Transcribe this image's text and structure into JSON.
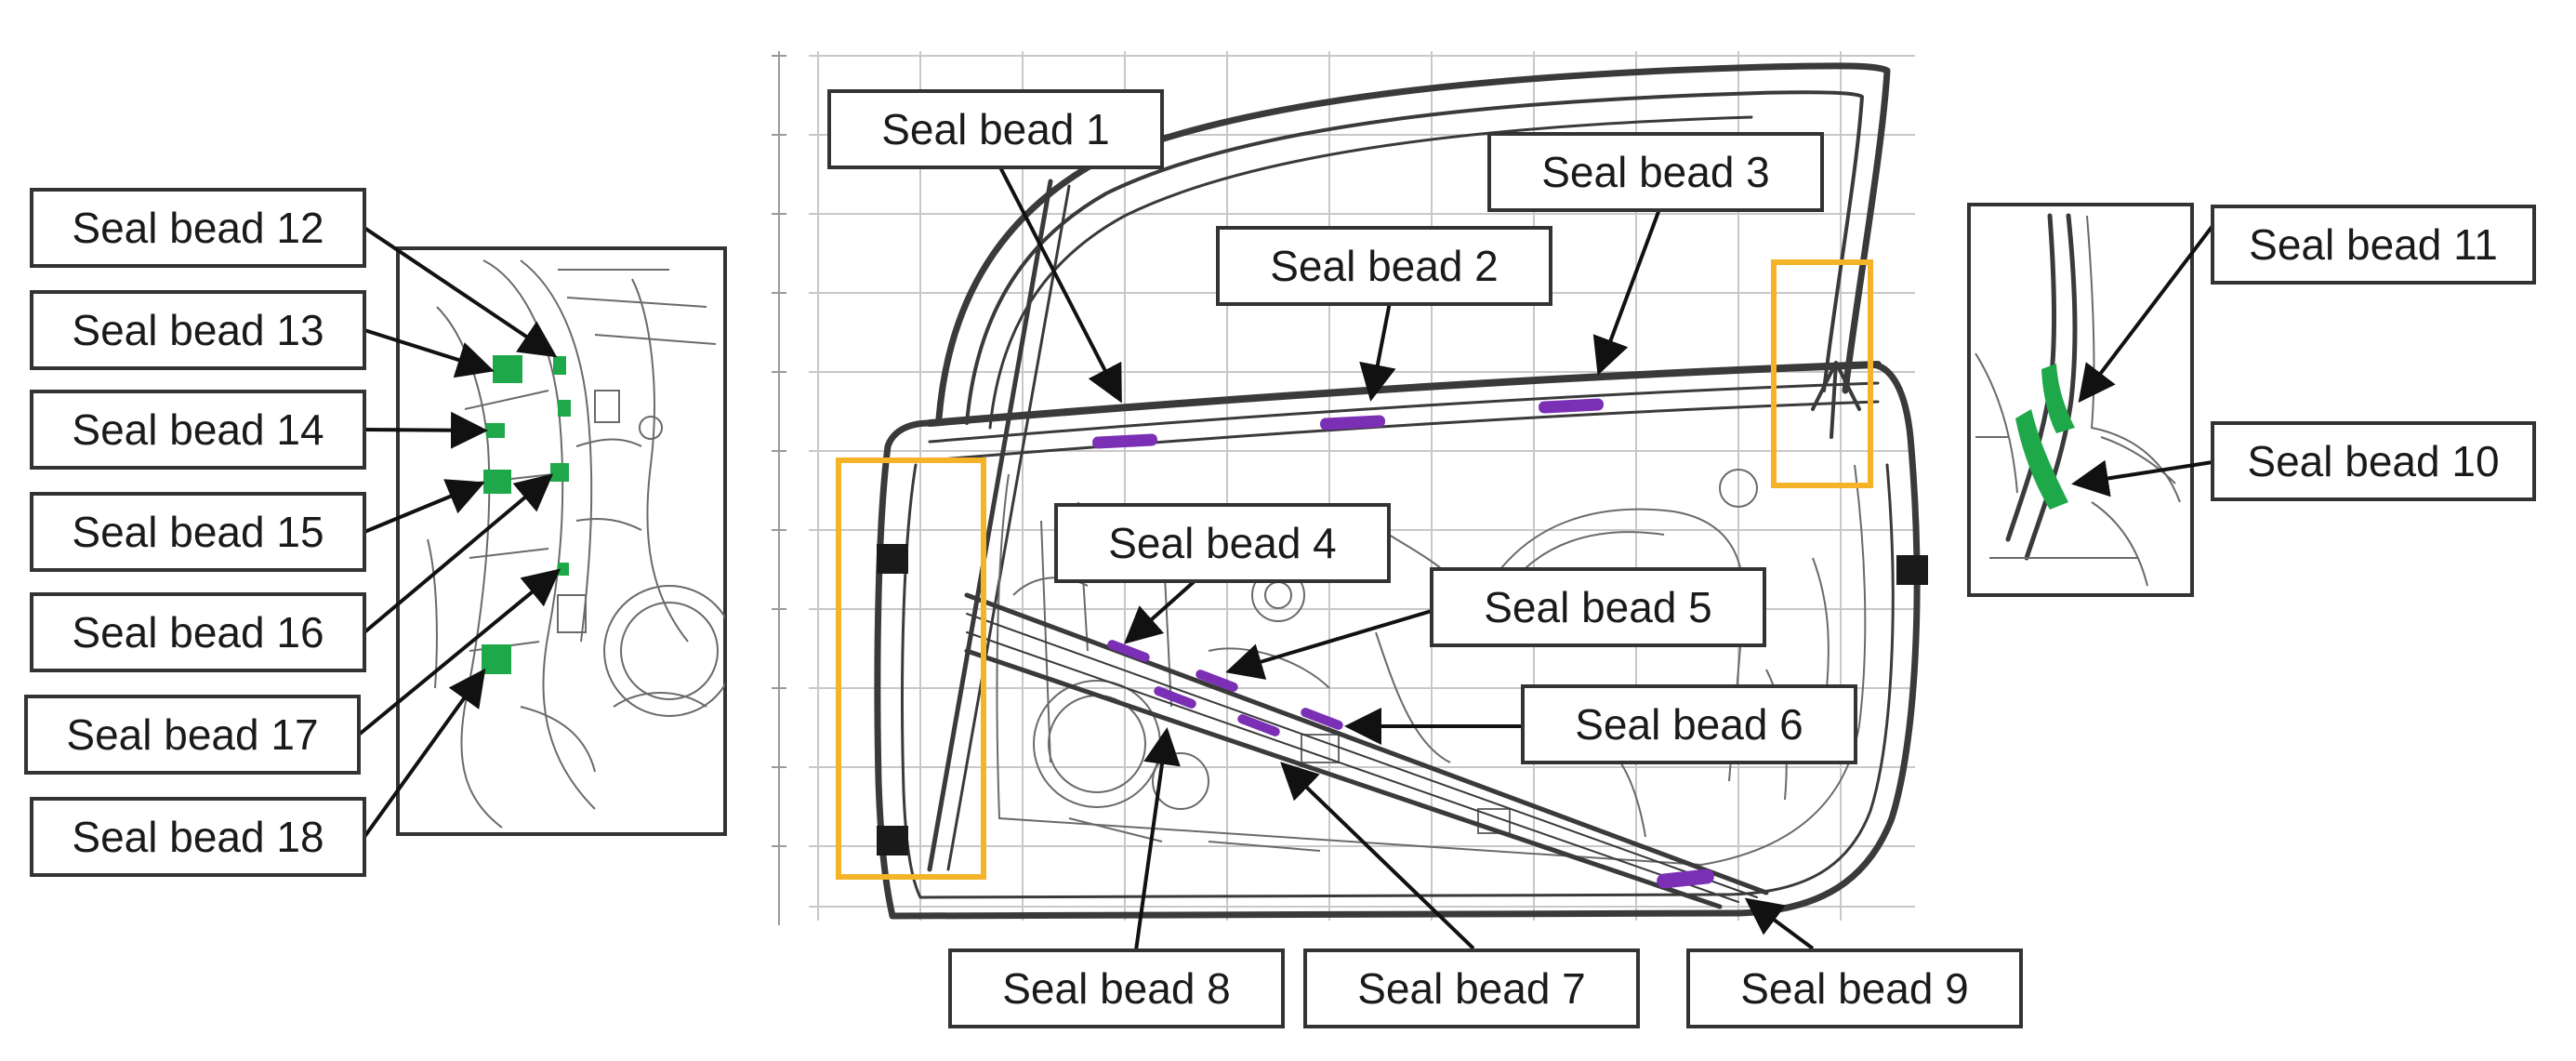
{
  "colors": {
    "highlight_box": "#F5B428",
    "seal_purple": "#7A2FB5",
    "seal_green": "#1FA84A",
    "gasket_black": "#1a1a1a"
  },
  "labels": {
    "sb1": "Seal bead 1",
    "sb2": "Seal bead 2",
    "sb3": "Seal bead 3",
    "sb4": "Seal bead 4",
    "sb5": "Seal bead 5",
    "sb6": "Seal bead 6",
    "sb7": "Seal bead 7",
    "sb8": "Seal bead 8",
    "sb9": "Seal bead 9",
    "sb10": "Seal bead 10",
    "sb11": "Seal bead 11",
    "sb12": "Seal bead 12",
    "sb13": "Seal bead 13",
    "sb14": "Seal bead 14",
    "sb15": "Seal bead 15",
    "sb16": "Seal bead 16",
    "sb17": "Seal bead 17",
    "sb18": "Seal bead 18"
  }
}
